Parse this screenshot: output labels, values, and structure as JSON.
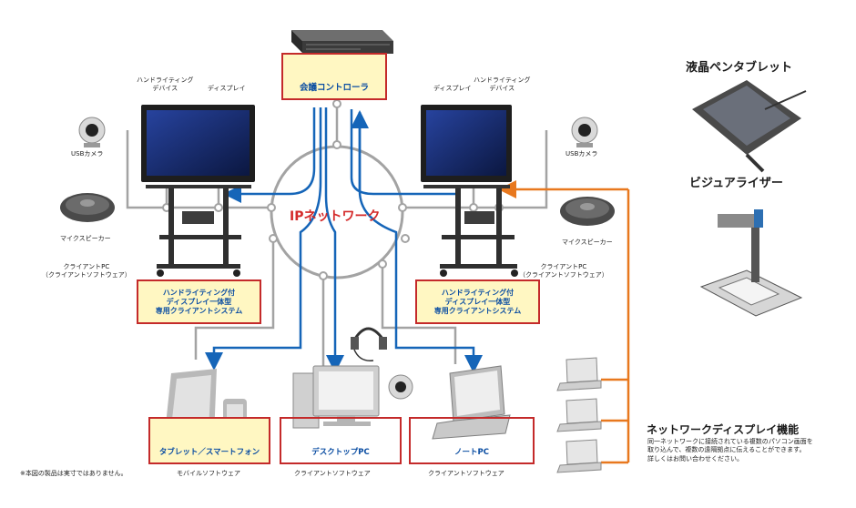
{
  "center": {
    "network": "IPネットワーク"
  },
  "controller": {
    "label": "会議コントローラ"
  },
  "left_station": {
    "handwriting": "ハンドライティング\nデバイス",
    "display": "ディスプレイ",
    "usb_camera": "USBカメラ",
    "mic_speaker": "マイクスピーカー",
    "client_pc": "クライアントPC\n（クライアントソフトウェア）",
    "system_box": "ハンドライティング付\nディスプレイ一体型\n専用クライアントシステム"
  },
  "right_station": {
    "handwriting": "ハンドライティング\nデバイス",
    "display": "ディスプレイ",
    "usb_camera": "USBカメラ",
    "mic_speaker": "マイクスピーカー",
    "client_pc": "クライアントPC\n（クライアントソフトウェア）",
    "system_box": "ハンドライティング付\nディスプレイ一体型\n専用クライアントシステム"
  },
  "devices": [
    {
      "label": "タブレット／スマートフォン",
      "caption": "モバイルソフトウェア"
    },
    {
      "label": "デスクトップPC",
      "caption": "クライアントソフトウェア"
    },
    {
      "label": "ノートPC",
      "caption": "クライアントソフトウェア"
    }
  ],
  "pen_tablet": {
    "title": "液晶ペンタブレット"
  },
  "visualizer": {
    "title": "ビジュアライザー"
  },
  "net_display": {
    "title": "ネットワークディスプレイ機能",
    "desc": "同一ネットワークに接続されている複数のパソコン画面を\n取り込んで、複数の遠隔拠点に伝えることができます。\n詳しくはお問い合わせください。"
  },
  "footnote": "※本図の製品は実寸ではありません。",
  "colors": {
    "blue": "#1565b8",
    "gray": "#a3a3a3",
    "orange": "#e8781e",
    "box_border": "#c42a2a",
    "box_fill": "#fff7c2",
    "label_text": "#0a4da2"
  }
}
